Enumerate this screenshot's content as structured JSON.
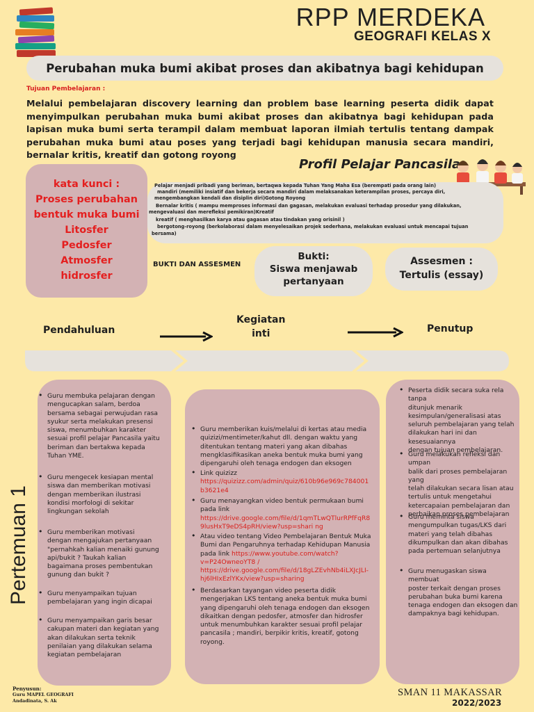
{
  "header": {
    "title": "RPP MERDEKA",
    "subtitle": "GEOGRAFI KELAS X",
    "topic": "Perubahan muka bumi akibat proses dan akibatnya bagi kehidupan"
  },
  "tujuan": {
    "label": "Tujuan Pembelajaran :",
    "text": "Melalui pembelajaran discovery learning dan problem base learning peserta didik dapat menyimpulkan perubahan muka bumi akibat proses dan akibatnya bagi kehidupan pada lapisan muka bumi serta terampil dalam membuat laporan ilmiah tertulis tentang dampak perubahan muka bumi atau poses yang terjadi bagi kehidupan manusia secara mandiri, bernalar kritis, kreatif dan gotong royong"
  },
  "kata_kunci": {
    "lines": [
      "kata kunci :",
      "Proses perubahan",
      "bentuk muka bumi",
      "Litosfer",
      "Pedosfer",
      "Atmosfer",
      "hidrosfer"
    ]
  },
  "profil": {
    "title": "Profil Pelajar Pancasila",
    "lines": [
      "Pelajar menjadi pribadi yang beriman, bertaqwa kepada Tuhan Yang Maha Esa (berempati pada orang lain)",
      "mandiri (memiliki insiatif dan bekerja secara mandiri dalam melaksanakan keterampilan proses, percaya diri,",
      "mengembangkan kendali dan disiplin diri)Gotong Royong",
      "Bernalar kritis ( mampu memproses informasi dan gagasan, melakukan evaluasi terhadap prosedur yang dilakukan,",
      "mengevaluasi dan merefleksi pemikiran)Kreatif",
      "kreatif ( menghasilkan karya atau gagasan atau tindakan yang orisinil )",
      "bergotong-royong (berkolaborasi dalam menyelesaikan projek sederhana, melakukan evaluasi untuk mencapai tujuan",
      "bersama)"
    ]
  },
  "bukti_assessmen": {
    "label": "BUKTI DAN ASSESMEN",
    "bukti_lines": [
      "Bukti:",
      "Siswa menjawab",
      "pertanyaan"
    ],
    "assessmen_lines": [
      "Assesmen :",
      "Tertulis  (essay)"
    ]
  },
  "stages": {
    "pendahuluan": "Pendahuluan",
    "inti_lines": [
      "Kegiatan",
      "inti"
    ],
    "penutup": "Penutup"
  },
  "pertemuan": "Pertemuan 1",
  "pendahuluan_items": [
    [
      "Guru membuka pelajaran dengan",
      "mengucapkan salam, berdoa",
      "bersama sebagai perwujudan rasa",
      "syukur serta melakukan presensi",
      "siswa, menumbuhkan karakter",
      "sesuai profil pelajar Pancasila yaitu",
      "beriman dan bertakwa kepada",
      "Tuhan YME."
    ],
    [
      " Guru mengecek kesiapan mental",
      "siswa dan memberikan motivasi",
      "dengan memberikan ilustrasi",
      "kondisi morfologi di sekitar",
      "lingkungan sekolah"
    ],
    [
      "Guru memberikan motivasi",
      "dengan mengajukan pertanyaan",
      "\"pernahkah kalian menaiki gunung",
      "api/bukit ? Taukah kalian",
      "bagaimana proses pembentukan",
      "gunung dan bukit ?"
    ],
    [
      "Guru menyampaikan tujuan",
      "pembelajaran yang ingin dicapai"
    ],
    [
      "Guru menyampaikan garis besar",
      "cakupan materi dan kegiatan yang",
      "akan dilakukan serta teknik",
      "penilaian yang dilakukan selama",
      "kegiatan pembelajaran"
    ]
  ],
  "inti_items": {
    "kuis_lines": [
      "Guru memberikan kuis/melalui di kertas atau media",
      "quizizi/mentimeter/kahut dll. dengan waktu yang",
      "ditentukan tentang materi yang akan dibahas",
      "mengklasifikasikan aneka bentuk muka bumi yang",
      "dipengaruhi oleh tenaga endogen dan eksogen"
    ],
    "link_label": " Link quizizz",
    "link_quizizz_lines": [
      "https://quizizz.com/admin/quiz/610b96e969c784001",
      "b3621e4"
    ],
    "video_lines": [
      "Guru menayangkan video bentuk permukaan bumi",
      "pada link"
    ],
    "drive1_lines": [
      "https://drive.google.com/file/d/1qmTLwQTlurRPfFqR8",
      "9lusHxT9eDS4pRH/view?usp=shari ng"
    ],
    "atau_lines": [
      " Atau video tentang Video Pembelajaran Bentuk Muka",
      "Bumi dan Pengaruhnya terhadap Kehidupan Manusia"
    ],
    "pada_link": "pada link ",
    "youtube_first": "https://www.youtube.com/watch?",
    "youtube_second": "v=P24OwneoYT8 /",
    "drive2_lines": [
      "https://drive.google.com/file/d/18gLZEvhNb4iLXJcJLI-",
      "hj6lHIxEzlYKx/view?usp=sharing"
    ],
    "lks_lines": [
      " Berdasarkan tayangan video peserta didik",
      "mengerjakan LKS tentang aneka bentuk muka bumi",
      "yang dipengaruhi oleh tenaga endogen dan eksogen",
      "dikaitkan dengan pedosfer, atmosfer dan hidrosfer",
      "untuk menumbuhkan karakter sesuai profil pelajar",
      "pancasila ; mandiri, berpikir kritis, kreatif, gotong",
      "royong."
    ]
  },
  "penutup_items": [
    [
      "Peserta didik secara suka rela tanpa",
      "ditunjuk menarik",
      "kesimpulan/generalisasi atas",
      "seluruh  pembelajaran yang telah",
      "dilakukan hari ini dan kesesuaiannya",
      "dengan tujuan pembelajaran."
    ],
    [
      "Guru melakukan refleksi dan umpan",
      "balik dari proses pembelajaran yang",
      "telah dilakukan secara  lisan atau",
      "tertulis untuk mengetahui",
      "ketercapaian pembelajaran dan",
      "perbaikan proses pembelajaran"
    ],
    [
      "Guru meminta siswa",
      "mengumpulkan tugas/LKS dari",
      "materi yang telah dibahas",
      "dikumpulkan dan  akan dibahas",
      "pada pertemuan selanjutnya"
    ],
    [
      "Guru menugaskan siswa membuat",
      "poster terkait dengan proses",
      "perubahan buka bumi karena",
      "tenaga endogen dan eksogen dan",
      "dampaknya bagi kehidupan."
    ]
  ],
  "footer": {
    "penyusun_label": "Penyusun:",
    "penyusun_role": "Guru MAPEL GEOGRAFI",
    "penyusun_name": "Andadinata, S. Ak",
    "school": "SMAN 11 MAKASSAR",
    "year": "2022/2023"
  },
  "colors": {
    "background": "#fde9a8",
    "panel": "#d3b2b4",
    "pill": "#e6e2dc",
    "accent_red": "#e41f1f"
  }
}
